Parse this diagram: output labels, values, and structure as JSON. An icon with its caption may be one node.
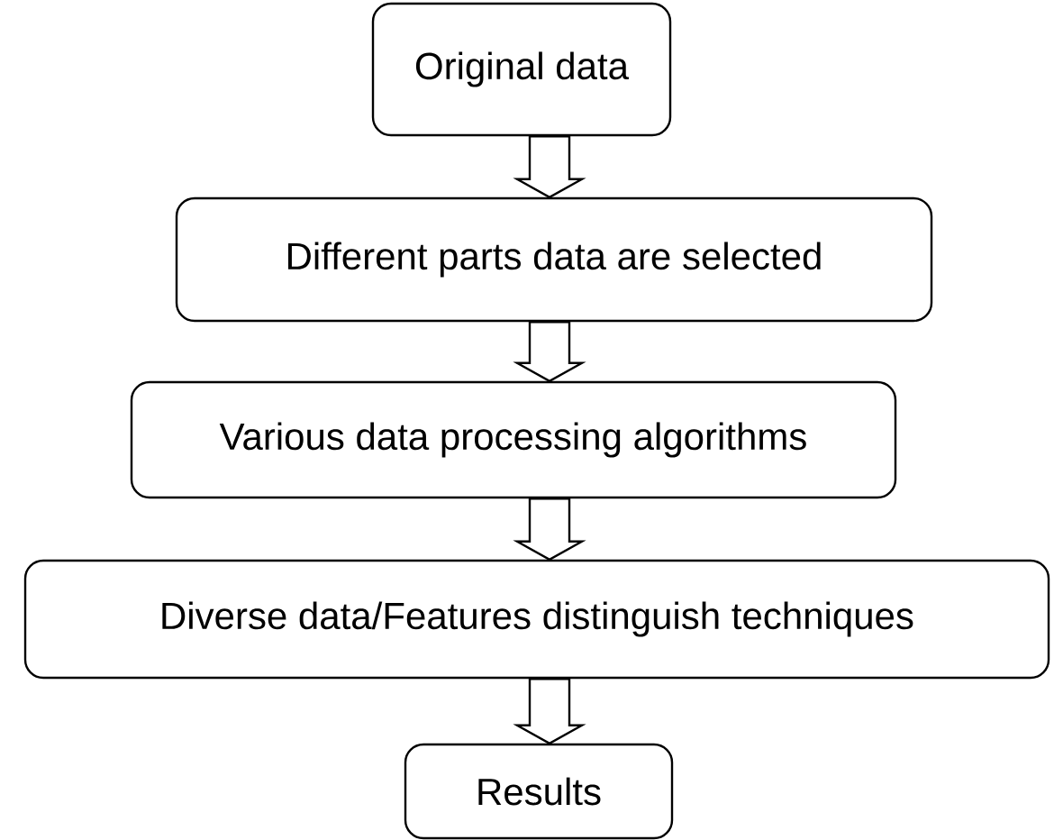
{
  "diagram": {
    "nodes": [
      {
        "text": [
          "Original data"
        ]
      },
      {
        "text": [
          "Different parts data are selected"
        ]
      },
      {
        "text": [
          "Various data processing algorithms"
        ]
      },
      {
        "text": [
          "Diverse data/Features distinguish techniques"
        ]
      },
      {
        "text": [
          "Results"
        ]
      }
    ],
    "edges": [
      {
        "from": 0,
        "to": 1,
        "arrow": "to"
      },
      {
        "from": 1,
        "to": 2,
        "arrow": "to"
      },
      {
        "from": 2,
        "to": 3,
        "arrow": "to"
      },
      {
        "from": 3,
        "to": 4,
        "arrow": "to"
      }
    ]
  }
}
